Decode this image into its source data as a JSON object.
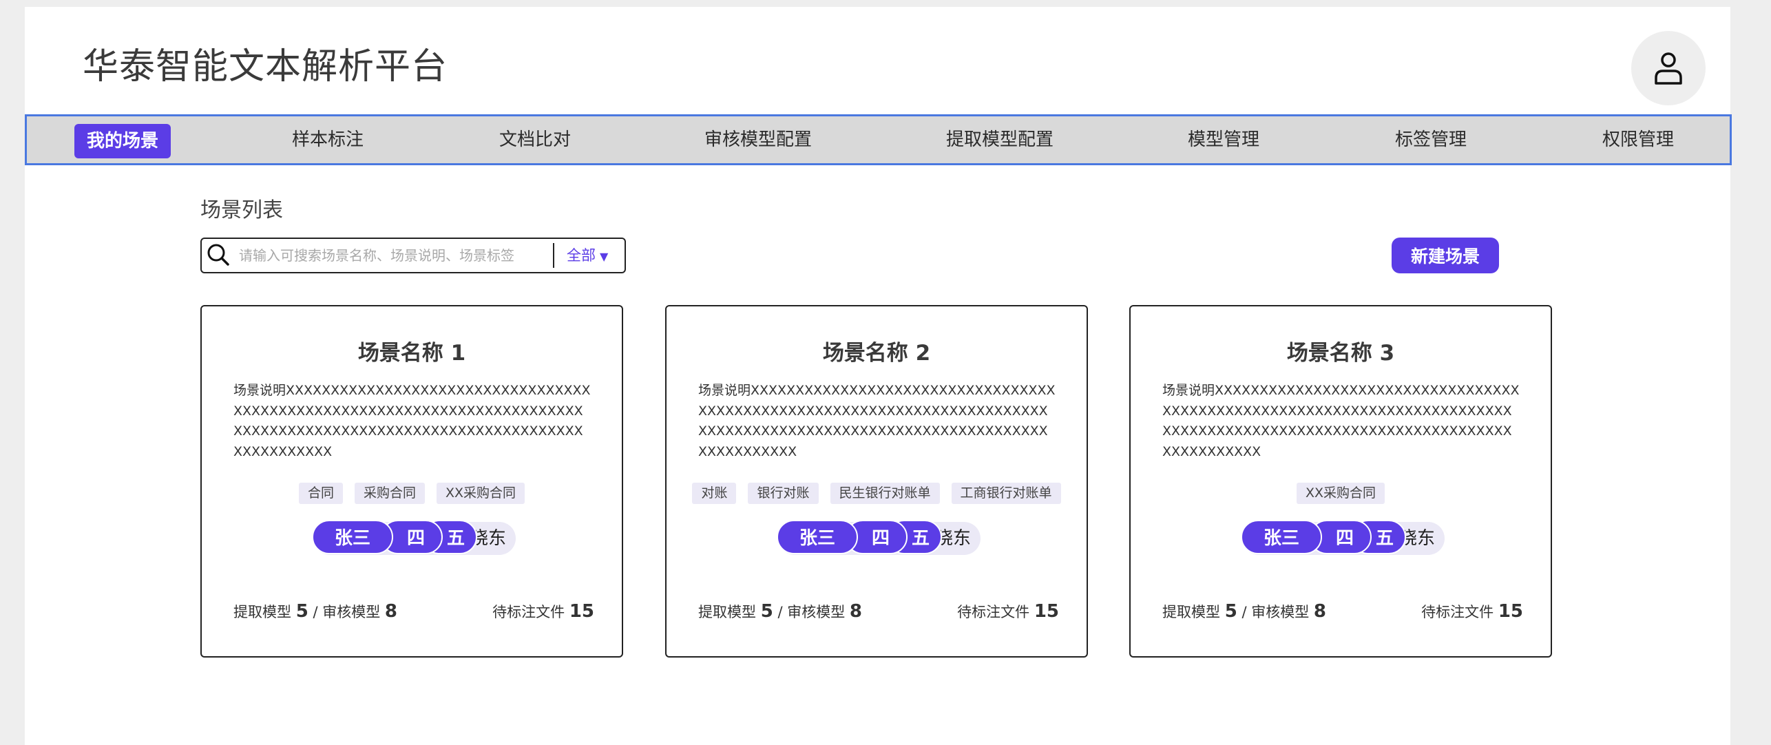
{
  "header": {
    "app_title": "华泰智能文本解析平台"
  },
  "nav": {
    "items": [
      {
        "label": "我的场景"
      },
      {
        "label": "样本标注"
      },
      {
        "label": "文档比对"
      },
      {
        "label": "审核模型配置"
      },
      {
        "label": "提取模型配置"
      },
      {
        "label": "模型管理"
      },
      {
        "label": "标签管理"
      },
      {
        "label": "权限管理"
      }
    ],
    "active_index": 0
  },
  "main": {
    "section_title": "场景列表",
    "search": {
      "placeholder": "请输入可搜索场景名称、场景说明、场景标签",
      "value": "",
      "filter_label": "全部",
      "filter_caret": "▼"
    },
    "new_button_label": "新建场景",
    "cards": [
      {
        "name": "场景名称 1",
        "description": "场景说明XXXXXXXXXXXXXXXXXXXXXXXXXXXXXXXXXXXXXXXXXXXXXXXXXXXXXXXXXXXXXXXXXXXXXXXXXXXXXXXXXXXXXXXXXXXXXXXXXXXXXXXXXXXXXXXXXXXXXXXXXXX",
        "tags": [
          "合同",
          "采购合同",
          "XX采购合同"
        ],
        "members": [
          "张三",
          "四",
          "五",
          "晓东"
        ],
        "stats": {
          "extract_label": "提取模型",
          "extract_count": "5",
          "separator": "/",
          "review_label": "审核模型",
          "review_count": "8",
          "pending_label": "待标注文件",
          "pending_count": "15"
        }
      },
      {
        "name": "场景名称 2",
        "description": "场景说明XXXXXXXXXXXXXXXXXXXXXXXXXXXXXXXXXXXXXXXXXXXXXXXXXXXXXXXXXXXXXXXXXXXXXXXXXXXXXXXXXXXXXXXXXXXXXXXXXXXXXXXXXXXXXXXXXXXXXXXXXXX",
        "tags": [
          "对账",
          "银行对账",
          "民生银行对账单",
          "工商银行对账单"
        ],
        "members": [
          "张三",
          "四",
          "五",
          "晓东"
        ],
        "stats": {
          "extract_label": "提取模型",
          "extract_count": "5",
          "separator": "/",
          "review_label": "审核模型",
          "review_count": "8",
          "pending_label": "待标注文件",
          "pending_count": "15"
        }
      },
      {
        "name": "场景名称 3",
        "description": "场景说明XXXXXXXXXXXXXXXXXXXXXXXXXXXXXXXXXXXXXXXXXXXXXXXXXXXXXXXXXXXXXXXXXXXXXXXXXXXXXXXXXXXXXXXXXXXXXXXXXXXXXXXXXXXXXXXXXXXXXXXXXXX",
        "tags": [
          "XX采购合同"
        ],
        "members": [
          "张三",
          "四",
          "五",
          "晓东"
        ],
        "stats": {
          "extract_label": "提取模型",
          "extract_count": "5",
          "separator": "/",
          "review_label": "审核模型",
          "review_count": "8",
          "pending_label": "待标注文件",
          "pending_count": "15"
        }
      }
    ]
  },
  "colors": {
    "accent": "#5b3de6",
    "nav_border": "#4a78e0",
    "nav_background": "#d9d9d9",
    "tag_background": "#ebe9f6",
    "page_background": "#eeeeee"
  },
  "icons": {
    "avatar": "user-icon",
    "search": "search-icon",
    "filter": "chevron-down-icon"
  }
}
